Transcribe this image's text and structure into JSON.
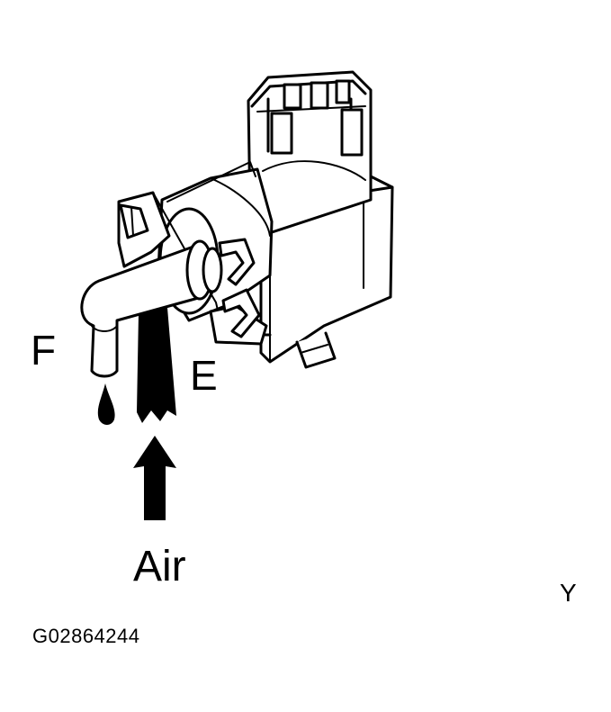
{
  "labels": {
    "port_f": "F",
    "port_e": "E",
    "air": "Air",
    "corner_mark": "Y",
    "figure_code": "G02864244"
  },
  "colors": {
    "line": "#000000",
    "background": "#ffffff"
  }
}
